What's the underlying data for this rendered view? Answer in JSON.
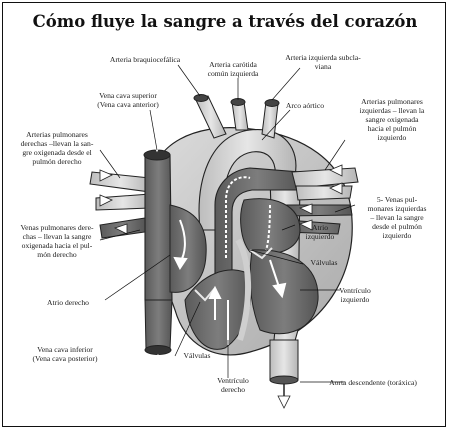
{
  "title": "Cómo fluye la sangre a través del corazón",
  "labels": {
    "arteria_braquiocefalica": [
      "Arteria braquiocefálica"
    ],
    "arteria_carotida": [
      "Arteria carótida",
      "común izquierda"
    ],
    "arteria_subclavia": [
      "Arteria izquierda subcla-",
      "viana"
    ],
    "vena_cava_superior": [
      "Vena cava superior",
      "(Vena cava anterior)"
    ],
    "arco_aortico": [
      "Arco aórtico"
    ],
    "arterias_pulm_izq": [
      "Arterias pulmonares",
      "izquierdas – llevan la",
      "sangre oxigenada",
      "hacia el pulmón",
      "izquierdo"
    ],
    "arterias_pulm_der": [
      "Arterias pulmonares",
      "derechas –llevan la san-",
      "gre oxigenada desde el",
      "pulmón derecho"
    ],
    "venas_pulm_izq": [
      "5- Venas pul-",
      "monares izquierdas",
      "– llevan la sangre",
      "desde el pulmón",
      "izquierdo"
    ],
    "atrio_izquierdo": [
      "Atrio",
      "izquierdo"
    ],
    "venas_pulm_der": [
      "Venas pulmonares dere-",
      "chas – llevan  la sangre",
      "oxigenada hacia el pul-",
      "món derecho"
    ],
    "valvulas_derecha": [
      "Válvulas"
    ],
    "atrio_derecho": [
      "Atrio derecho"
    ],
    "ventriculo_izquierdo": [
      "Ventrículo",
      "izquierdo"
    ],
    "vena_cava_inferior": [
      "Vena cava inferior",
      "(Vena cava posterior)"
    ],
    "valvulas_centro": [
      "Válvulas"
    ],
    "ventriculo_derecho": [
      "Ventrículo",
      "derecho"
    ],
    "aorta_descendente": [
      "Aorta descendente (toráxica)"
    ]
  },
  "colors": {
    "dark_chamber": "#6e6e6e",
    "light_vessel": "#cfcfcf",
    "outline": "#1c1c1c"
  }
}
